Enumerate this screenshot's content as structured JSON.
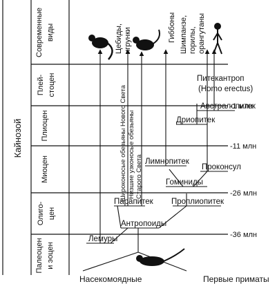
{
  "era": "Кайнозой",
  "periods": [
    {
      "line1": "Современные",
      "line2": "виды"
    },
    {
      "line1": "Плей-",
      "line2": "стоцен"
    },
    {
      "line1": "Плиоцен",
      "line2": ""
    },
    {
      "line1": "Миоцен",
      "line2": ""
    },
    {
      "line1": "Олиго-",
      "line2": "цен"
    },
    {
      "line1": "Палеоцен",
      "line2": "и эоцен"
    }
  ],
  "time_marks": [
    "-1 млн",
    "-11 млн",
    "-26 млн",
    "-36 млн"
  ],
  "taxa": {
    "lemurs": "Лемуры",
    "anthropoids": "Антропоиды",
    "parapithecus": "Парапитек",
    "propliopithecus": "Проплиопитек",
    "hominids": "Гоминиды",
    "limnopithecus": "Лимнопитек",
    "proconsul": "Проконсул",
    "dryopithecus": "Дриопитек",
    "australopithecus": "Австралопитек",
    "pithecanthropus": "Питекантроп",
    "homo_erectus": "(Homo erectus)",
    "cebids_line1": "Цебиды,",
    "cebids_line2": "игрунки",
    "gibbons": "Гиббоны",
    "great_apes_line1": "Шимпанзе,",
    "great_apes_line2": "горилы,",
    "great_apes_line3": "орангутаны",
    "new_world_line": "Широконосые обезьяны Нового Света",
    "old_world_line1": "Низшие узконосые обезьяны",
    "old_world_line2": "Старого Света"
  },
  "bottom_labels": {
    "insectivores": "Насекомоядные",
    "first_primates": "Первые приматы"
  }
}
